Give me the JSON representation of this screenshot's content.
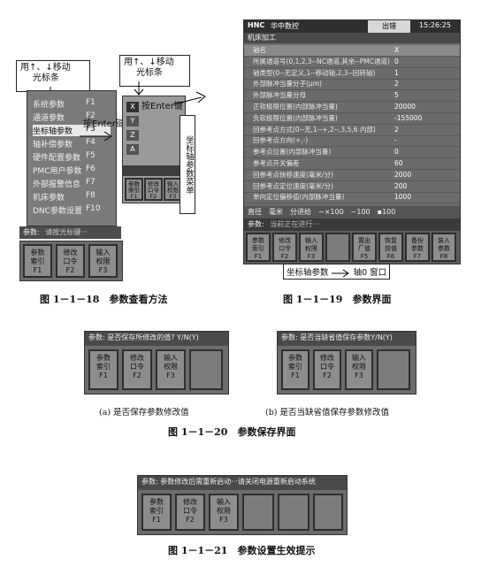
{
  "fig18": {
    "callout_move": "用↑、↓移动",
    "callout_move2": "光标条",
    "callout_move_b": "用↑、↓移动",
    "callout_move_b2": "光标条",
    "enter_text": "按Enter键",
    "enter_text2": "按Enter键",
    "menu": [
      {
        "label": "系统参数",
        "key": "F1"
      },
      {
        "label": "通道参数",
        "key": "F2"
      },
      {
        "label": "坐标轴参数",
        "key": "F3"
      },
      {
        "label": "轴补偿参数",
        "key": "F4"
      },
      {
        "label": "硬件配置参数",
        "key": "F5"
      },
      {
        "label": "PMC用户参数",
        "key": "F6"
      },
      {
        "label": "外部报警信息",
        "key": "F7"
      },
      {
        "label": "机床参数",
        "key": "F8"
      },
      {
        "label": "DNC参数设置",
        "key": "F10"
      }
    ],
    "status": "参数:",
    "status_hint": "请按光标键···",
    "softkeys": [
      "参数\n索引\nF1",
      "修改\n口令\nF2",
      "输入\n权限\nF3"
    ],
    "axis_items": [
      "X",
      "Y",
      "Z",
      "A"
    ],
    "vertical_label": "坐标轴参数菜单",
    "caption": "图 1－1－18　参数查看方法"
  },
  "fig19": {
    "title": "华中数控",
    "mode": "出错",
    "time": "15:26:25",
    "subtitle": "机床加工",
    "params": [
      {
        "name": "轴名",
        "value": "X"
      },
      {
        "name": "所属通道号(0,1,2,3--NC通道,其余--PMC通道)",
        "value": "0"
      },
      {
        "name": "轴类型(0--无定义,1--移动轴,2,3--回转轴)",
        "value": "1"
      },
      {
        "name": "外部脉冲当量分子(μm)",
        "value": "2"
      },
      {
        "name": "外部脉冲当量分母",
        "value": "5"
      },
      {
        "name": "正软极限位置(内部脉冲当量)",
        "value": "20000"
      },
      {
        "name": "负软极限位置(内部脉冲当量)",
        "value": "-155000"
      },
      {
        "name": "回参考点方式(0--无,1--+,2--,3,5,6 内部)",
        "value": "2"
      },
      {
        "name": "回参考点方向(+,-)",
        "value": "-"
      },
      {
        "name": "参考点位置(内部脉冲当量)",
        "value": "0"
      },
      {
        "name": "参考点开关偏差",
        "value": "60"
      },
      {
        "name": "回参考点快移速度(毫米/分)",
        "value": "2000"
      },
      {
        "name": "回参考点定位速度(毫米/分)",
        "value": "200"
      },
      {
        "name": "单向定位偏移值(内部脉冲当量)",
        "value": "1000"
      }
    ],
    "rates": "直径　毫米　分进给　~×100　~100　▪100",
    "status": "参数:",
    "status_hint": "当前正在进行···",
    "softkeys": [
      "参数\n索引\nF1",
      "修改\n口令\nF2",
      "输入\n权限\nF3",
      "",
      "置出\n厂值\nF5",
      "恢复\n前值\nF6",
      "备份\n参数\nF7",
      "装入\n参数\nF8"
    ],
    "window_label_a": "坐标轴参数",
    "window_label_b": "轴0",
    "window_label_c": "窗口",
    "caption": "图 1－1－19　参数界面"
  },
  "fig20": {
    "a_status": "参数: 是否保存所修改的值? Y/N(Y)",
    "b_status": "参数: 是否当缺省值保存参数Y/N(Y)",
    "softkeys": [
      "参数\n索引\nF1",
      "修改\n口令\nF2",
      "输入\n权限\nF3"
    ],
    "sub_a": "(a) 是否保存参数修改值",
    "sub_b": "(b) 是否当缺省值保存参数修改值",
    "caption": "图 1－1－20　参数保存界面"
  },
  "fig21": {
    "status": "参数: 参数修改后需重新启动···请关闭电源重新启动系统",
    "softkeys": [
      "参数\n索引\nF1",
      "修改\n口令\nF2",
      "输入\n权限\nF3"
    ],
    "caption": "图 1－1－21　参数设置生效提示"
  }
}
